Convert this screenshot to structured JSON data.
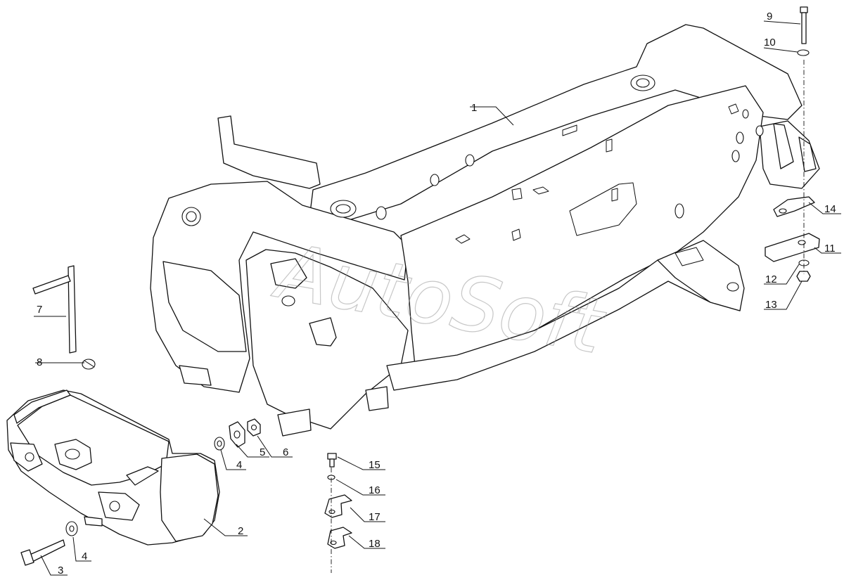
{
  "watermark": "AutoSoft",
  "callouts": [
    "1",
    "2",
    "3",
    "4",
    "4",
    "5",
    "6",
    "7",
    "8",
    "9",
    "10",
    "11",
    "12",
    "13",
    "14",
    "15",
    "16",
    "17",
    "18"
  ]
}
